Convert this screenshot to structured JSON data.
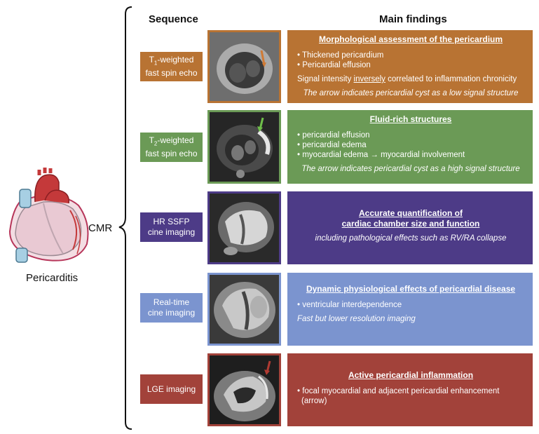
{
  "colors": {
    "orange": "#b87333",
    "green": "#6b9a56",
    "purple": "#4d3b87",
    "blue": "#7b94cf",
    "red": "#a2423a",
    "heart_red": "#c4393a",
    "heart_pink": "#e8c7d0"
  },
  "headers": {
    "sequence": "Sequence",
    "findings": "Main findings"
  },
  "left": {
    "cmr": "CMR",
    "disease": "Pericarditis"
  },
  "rows": [
    {
      "seq_pre": "T",
      "seq_sub": "1",
      "seq_post": "-weighted",
      "seq_line2": "fast spin echo",
      "title": "Morphological assessment of the pericardium",
      "bullets": [
        "• Thickened pericardium",
        "• Pericardial effusion"
      ],
      "text_pre": "Signal intensity ",
      "text_under": "inversely",
      "text_post": " correlated to inflammation chronicity",
      "italic": "The arrow indicates pericardial cyst as a low signal structure"
    },
    {
      "seq_pre": "T",
      "seq_sub": "2",
      "seq_post": "-weighted",
      "seq_line2": "fast spin echo",
      "title": "Fluid-rich structures",
      "bullets": [
        "• pericardial effusion",
        "• pericardial edema",
        "• myocardial edema → myocardial involvement"
      ],
      "italic": "The arrow indicates pericardial cyst as a high signal structure"
    },
    {
      "seq_line1": "HR SSFP",
      "seq_line2": "cine imaging",
      "title_line1": "Accurate quantification of",
      "title_line2": "cardiac chamber size and function",
      "italic": "including pathological effects such as RV/RA collapse"
    },
    {
      "seq_line1": "Real-time",
      "seq_line2": "cine imaging",
      "title": "Dynamic physiological effects of pericardial disease",
      "bullets": [
        "• ventricular interdependence"
      ],
      "italic": "Fast but lower resolution imaging"
    },
    {
      "seq_line1": "LGE imaging",
      "title": "Active pericardial inflammation",
      "bullet_line1": "• focal myocardial and adjacent pericardial enhancement",
      "bullet_line2": "(arrow)"
    }
  ]
}
